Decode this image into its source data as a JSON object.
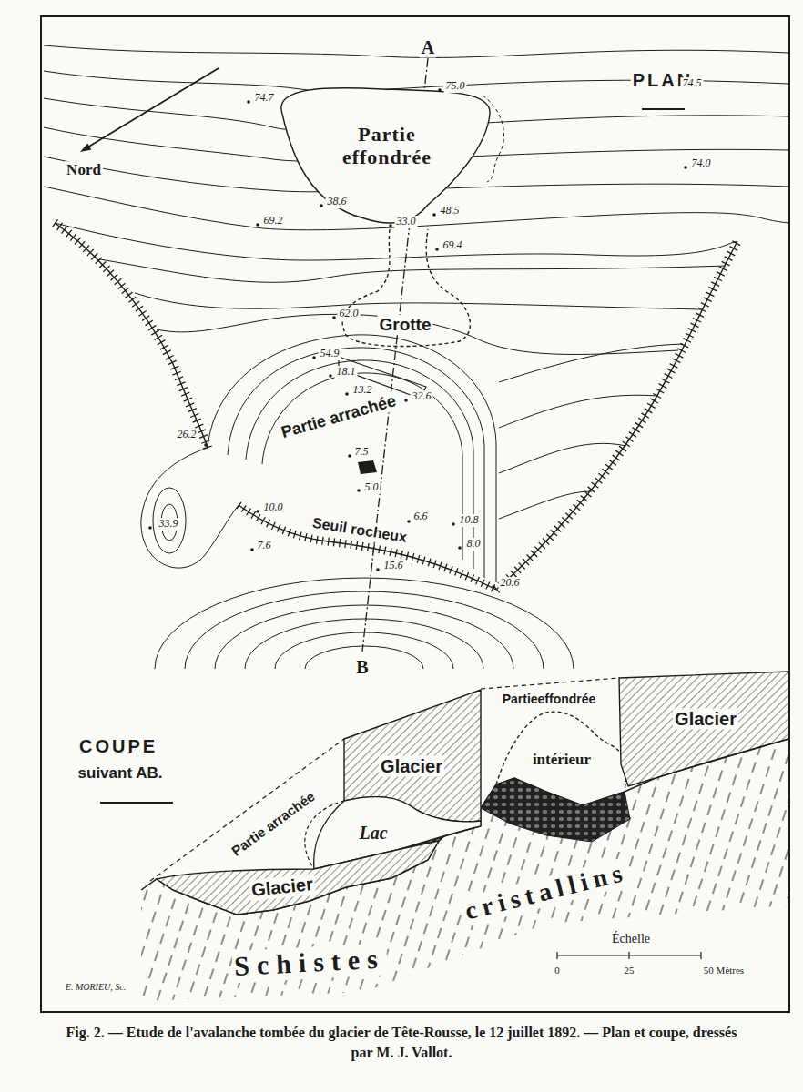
{
  "diagram": {
    "caption": "Fig. 2. — Etude de l'avalanche tombée du glacier de Tête-Rousse, le 12 juillet 1892. — Plan et coupe, dressés par M. J. Vallot.",
    "nodes": [
      {
        "text": [
          "Partie effondrée"
        ]
      },
      {
        "text": [
          "Grotte"
        ]
      },
      {
        "text": [
          "Glacier"
        ]
      },
      {
        "text": [
          "intérieur"
        ]
      },
      {
        "text": [
          "Glacier"
        ]
      },
      {
        "text": [
          "Lac"
        ]
      },
      {
        "text": [
          "Glacier"
        ]
      }
    ],
    "labels": [
      "A",
      "PLAN",
      "Nord",
      "75.0",
      "74.7",
      "74.5",
      "74.0",
      "38.6",
      "69.2",
      "33.0",
      "48.5",
      "69.4",
      "62.0",
      "54.9",
      "18.1",
      "13.2",
      "32.6",
      "Partie arrachée",
      "26.2",
      "7.5",
      "5.0",
      "33.9",
      "10.0",
      "7.6",
      "Seuil rocheux",
      "6.6",
      "10.8",
      "8.0",
      "15.6",
      "20.6",
      "B",
      "COUPE",
      "suivant AB.",
      "Partie arrachée",
      "Partieeffondrée",
      "Schistes",
      "cristallins",
      "Échelle",
      "0",
      "25",
      "50 Mètres",
      "E. MORIEU, Sc."
    ]
  }
}
